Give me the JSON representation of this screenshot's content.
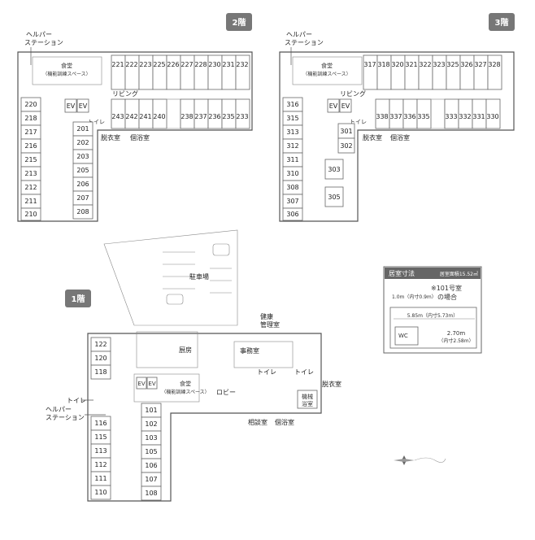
{
  "floors": {
    "f2": {
      "badge": "2階",
      "helper_label": [
        "ヘルパー",
        "ステーション"
      ],
      "dining_label": [
        "食堂",
        "（機能訓練スペース）"
      ],
      "living": "リビング",
      "ev": "EV",
      "toilet": "トイレ",
      "dressing": "脱衣室",
      "bath": "個浴室",
      "rooms_top": [
        "221",
        "222",
        "223",
        "225",
        "226",
        "227",
        "228",
        "230",
        "231",
        "232"
      ],
      "rooms_mid": [
        "243",
        "242",
        "241",
        "240",
        "238",
        "237",
        "236",
        "235",
        "233"
      ],
      "rooms_left": [
        "220",
        "218",
        "217",
        "216",
        "215",
        "213",
        "212",
        "211",
        "210"
      ],
      "rooms_right": [
        "201",
        "202",
        "203",
        "205",
        "206",
        "207",
        "208"
      ]
    },
    "f3": {
      "badge": "3階",
      "helper_label": [
        "ヘルパー",
        "ステーション"
      ],
      "dining_label": [
        "食堂",
        "（機能訓練スペース）"
      ],
      "living": "リビング",
      "ev": "EV",
      "toilet": "トイレ",
      "dressing": "脱衣室",
      "bath": "個浴室",
      "rooms_top": [
        "317",
        "318",
        "320",
        "321",
        "322",
        "323",
        "325",
        "326",
        "327",
        "328"
      ],
      "rooms_mid": [
        "338",
        "337",
        "336",
        "335",
        "333",
        "332",
        "331",
        "330"
      ],
      "rooms_left": [
        "316",
        "315",
        "313",
        "312",
        "311",
        "310",
        "308",
        "307",
        "306"
      ],
      "rooms_right": [
        "301",
        "302",
        "303",
        "305"
      ]
    },
    "f1": {
      "badge": "1階",
      "parking": "駐車場",
      "health_room": [
        "健康",
        "管理室"
      ],
      "kitchen": "厨房",
      "office": "事務室",
      "toilet": "トイレ",
      "dressing": "脱衣室",
      "machine_room": [
        "機械",
        "浴室"
      ],
      "lobby": "ロビー",
      "consult": "相談室",
      "bath": "個浴室",
      "ev": "EV",
      "dining_label": [
        "食堂",
        "（機能訓練スペース）"
      ],
      "helper_label": [
        "ヘルパー",
        "ステーション"
      ],
      "rooms_left": [
        "122",
        "120",
        "118",
        "116",
        "115",
        "113",
        "112",
        "111",
        "110"
      ],
      "rooms_right": [
        "101",
        "102",
        "103",
        "105",
        "106",
        "107",
        "108"
      ]
    }
  },
  "room_size": {
    "title": "居室寸法",
    "area": "居室面積15.52㎡",
    "note": [
      "※101号室",
      "の場合"
    ],
    "dim_top": "1.0m（内寸0.9m）",
    "dim_width": "5.85m（内寸5.73m）",
    "wc": "WC",
    "dim_depth": [
      "2.70m",
      "（内寸2.58m）"
    ]
  }
}
